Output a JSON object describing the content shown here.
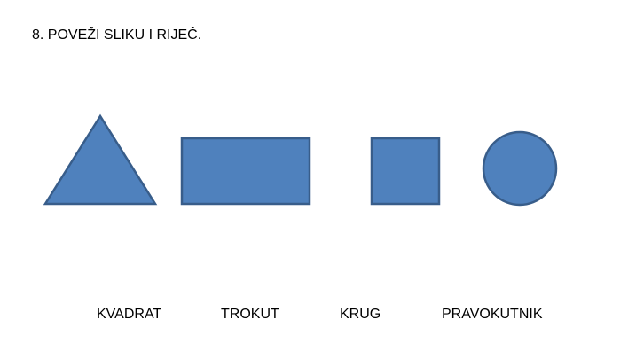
{
  "task": {
    "title": "8. POVEŽI SLIKU I RIJEČ."
  },
  "shapes": {
    "fill": "#4f81bd",
    "stroke": "#385d8a",
    "items": [
      "triangle",
      "rectangle",
      "square",
      "circle"
    ]
  },
  "words": [
    "KVADRAT",
    "TROKUT",
    "KRUG",
    "PRAVOKUTNIK"
  ]
}
